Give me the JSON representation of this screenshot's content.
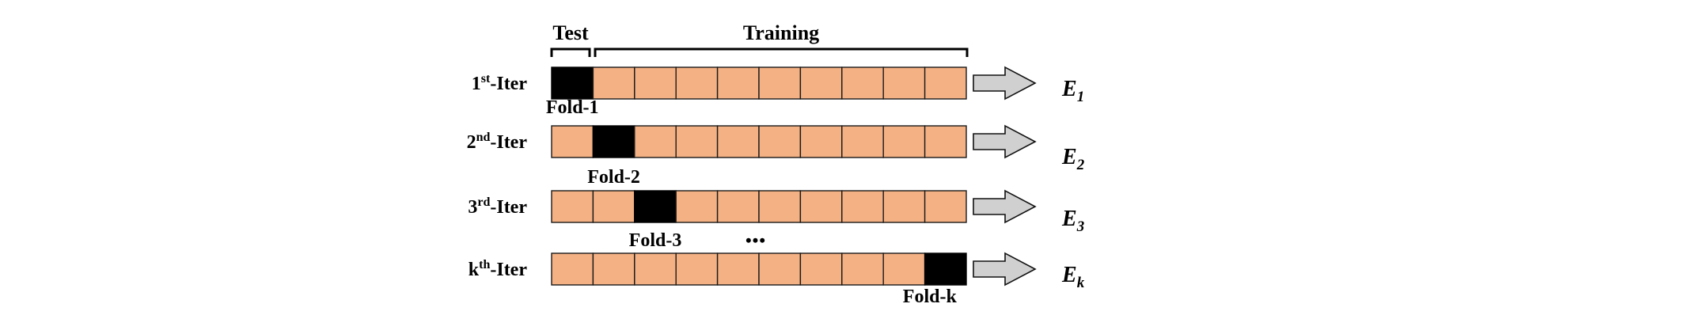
{
  "header": {
    "test_label": "Test",
    "training_label": "Training"
  },
  "ellipsis": "•••",
  "colors": {
    "training_fold": "#F4B183",
    "test_fold": "#000000",
    "arrow_fill": "#D0D0D0"
  },
  "folds_per_row": 10,
  "iterations": [
    {
      "ordinal": "1",
      "suffix": "st",
      "rest": "-Iter",
      "test_index": 0,
      "fold_label": "Fold-1",
      "result_base": "E",
      "result_sub": "1"
    },
    {
      "ordinal": "2",
      "suffix": "nd",
      "rest": "-Iter",
      "test_index": 1,
      "fold_label": "Fold-2",
      "result_base": "E",
      "result_sub": "2"
    },
    {
      "ordinal": "3",
      "suffix": "rd",
      "rest": "-Iter",
      "test_index": 2,
      "fold_label": "Fold-3",
      "result_base": "E",
      "result_sub": "3"
    },
    {
      "ordinal": "k",
      "suffix": "th",
      "rest": "-Iter",
      "test_index": 9,
      "fold_label": "Fold-k",
      "result_base": "E",
      "result_sub": "k"
    }
  ]
}
